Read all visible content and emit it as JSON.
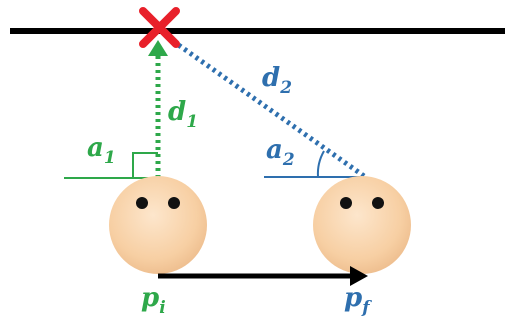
{
  "colors": {
    "wall": "#000000",
    "marker": "#e8202a",
    "green": "#2ea84a",
    "blue": "#2e6fae",
    "head_fill": "#fbd6b0",
    "eye": "#111111",
    "arrow": "#000000"
  },
  "labels": {
    "d1": {
      "base": "d",
      "sub": "1"
    },
    "d2": {
      "base": "d",
      "sub": "2"
    },
    "a1": {
      "base": "a",
      "sub": "1"
    },
    "a2": {
      "base": "a",
      "sub": "2"
    },
    "pi": {
      "base": "p",
      "sub": "i"
    },
    "pf": {
      "base": "p",
      "sub": "f"
    }
  },
  "icons": {
    "marker": "x-mark-icon",
    "start_person": "face-icon",
    "end_person": "face-icon"
  }
}
